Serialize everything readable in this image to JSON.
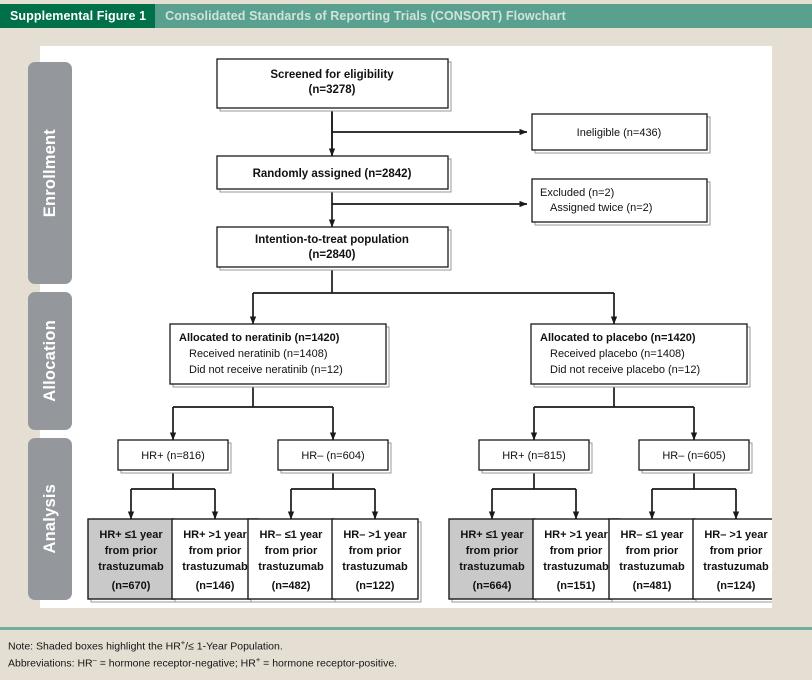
{
  "header": {
    "badge": "Supplemental Figure 1",
    "title": "Consolidated Standards of Reporting Trials (CONSORT) Flowchart",
    "badge_color": "#00704a",
    "bar_color": "#5aa08f",
    "title_color": "#cfe3dd"
  },
  "phases": [
    {
      "label": "Enrollment"
    },
    {
      "label": "Allocation"
    },
    {
      "label": "Analysis"
    }
  ],
  "colors": {
    "page_background": "#e5dfd3",
    "panel_background": "#ffffff",
    "phase_tab": "#94979c",
    "box_border": "#1a1a1a",
    "box_shadow": "#9a9a9a",
    "shaded_box_fill": "#c9c9c9",
    "connector": "#1a1a1a",
    "rule": "#6faf9e"
  },
  "flow": {
    "screened": {
      "line1": "Screened for eligibility",
      "line2": "(n=3278)"
    },
    "ineligible": {
      "line1": "Ineligible (n=436)"
    },
    "randomized": {
      "line1": "Randomly assigned (n=2842)"
    },
    "excluded": {
      "line1": "Excluded (n=2)",
      "line2": "Assigned twice (n=2)"
    },
    "itt": {
      "line1": "Intention-to-treat population",
      "line2": "(n=2840)"
    },
    "alloc_neratinib": {
      "line1": "Allocated to neratinib (n=1420)",
      "line2": "Received neratinib (n=1408)",
      "line3": "Did not receive neratinib (n=12)"
    },
    "alloc_placebo": {
      "line1": "Allocated to placebo (n=1420)",
      "line2": "Received placebo (n=1408)",
      "line3": "Did not receive placebo (n=12)"
    },
    "hr_groups": [
      {
        "label": "HR+ (n=816)",
        "arm": "neratinib"
      },
      {
        "label": "HR– (n=604)",
        "arm": "neratinib"
      },
      {
        "label": "HR+ (n=815)",
        "arm": "placebo"
      },
      {
        "label": "HR– (n=605)",
        "arm": "placebo"
      }
    ],
    "outcome_boxes": [
      {
        "line1": "HR+ ≤1 year",
        "line2": "from prior",
        "line3": "trastuzumab",
        "line4": "(n=670)",
        "shaded": true
      },
      {
        "line1": "HR+ >1 year",
        "line2": "from prior",
        "line3": "trastuzumab",
        "line4": "(n=146)",
        "shaded": false
      },
      {
        "line1": "HR– ≤1 year",
        "line2": "from prior",
        "line3": "trastuzumab",
        "line4": "(n=482)",
        "shaded": false
      },
      {
        "line1": "HR– >1 year",
        "line2": "from prior",
        "line3": "trastuzumab",
        "line4": "(n=122)",
        "shaded": false
      },
      {
        "line1": "HR+ ≤1 year",
        "line2": "from prior",
        "line3": "trastuzumab",
        "line4": "(n=664)",
        "shaded": true
      },
      {
        "line1": "HR+ >1 year",
        "line2": "from prior",
        "line3": "trastuzumab",
        "line4": "(n=151)",
        "shaded": false
      },
      {
        "line1": "HR– ≤1 year",
        "line2": "from prior",
        "line3": "trastuzumab",
        "line4": "(n=481)",
        "shaded": false
      },
      {
        "line1": "HR– >1 year",
        "line2": "from prior",
        "line3": "trastuzumab",
        "line4": "(n=124)",
        "shaded": false
      }
    ]
  },
  "footnotes": {
    "note_prefix": "Note: Shaded boxes highlight the HR",
    "note_sup1": "+",
    "note_mid": "/",
    "note_rest": "≤ 1-Year Population.",
    "abbrev_prefix": "Abbreviations: HR",
    "abbrev_sup1": "–",
    "abbrev_mid": " = hormone receptor-negative; HR",
    "abbrev_sup2": "+",
    "abbrev_rest": " = hormone receptor-positive."
  }
}
